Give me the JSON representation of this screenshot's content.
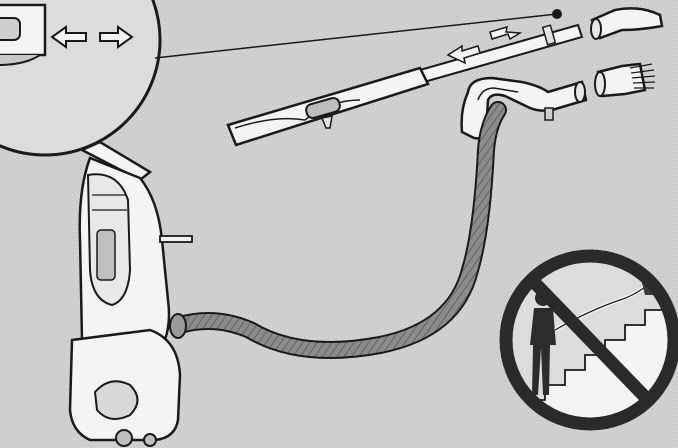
{
  "figure": {
    "kind": "vacuum-accessory-illustration",
    "parts": [
      {
        "id": "zoom-callout",
        "desc": "wand-release-detail-with-arrows"
      },
      {
        "id": "extension-wand",
        "desc": "telescoping-wand-with-arrows"
      },
      {
        "id": "crevice-tool",
        "desc": "angled-crevice-tool"
      },
      {
        "id": "dusting-brush",
        "desc": "brush-attachment"
      },
      {
        "id": "hose-handle",
        "desc": "handle-at-end-of-hose"
      },
      {
        "id": "flexible-hose",
        "desc": "ribbed-stretch-hose"
      },
      {
        "id": "upright-vacuum",
        "desc": "vacuum-body"
      },
      {
        "id": "prohibition-sign",
        "desc": "do-not-use-on-stairs-while-cleaner-sits-on-step"
      }
    ],
    "colors": {
      "paper": "#d6d6d6",
      "line": "#1a1a1a",
      "part_fill": "#f4f4f4",
      "hose_fill": "#8c8c8c",
      "shadow": "#b0b0b0",
      "sign_ring": "#2a2a2a"
    }
  }
}
